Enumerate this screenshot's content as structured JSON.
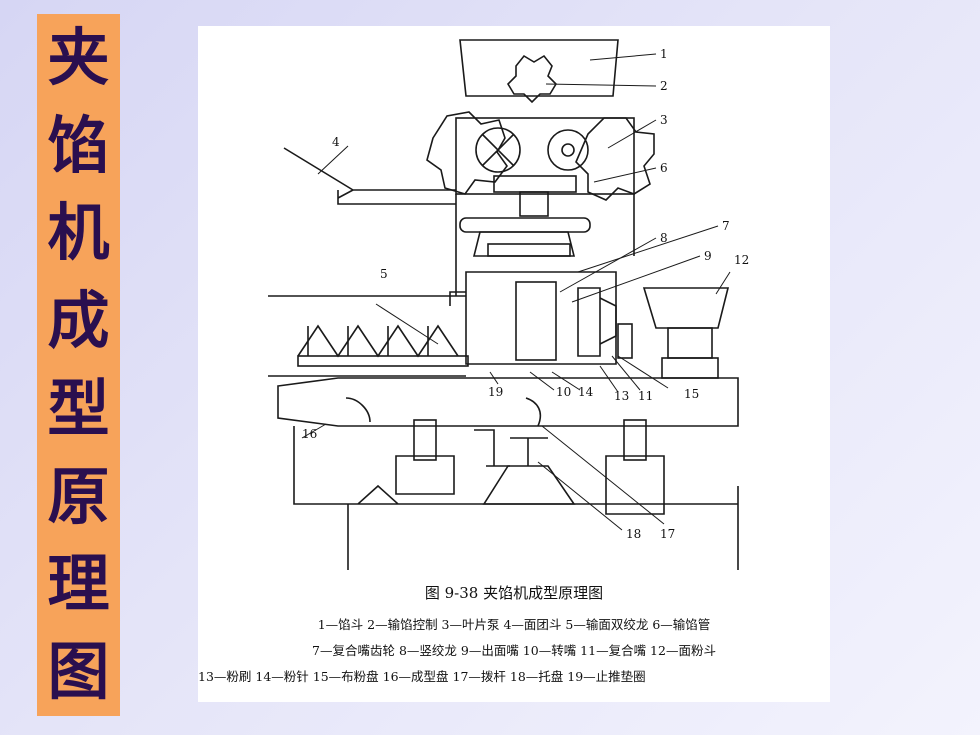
{
  "slide": {
    "title_chars": [
      "夹",
      "馅",
      "机",
      "成",
      "型",
      "原",
      "理",
      "图"
    ]
  },
  "figure": {
    "caption": "图 9-38   夹馅机成型原理图",
    "callouts": [
      "1",
      "2",
      "3",
      "4",
      "5",
      "6",
      "7",
      "8",
      "9",
      "12",
      "19",
      "10",
      "14",
      "13",
      "11",
      "15",
      "16",
      "18",
      "17"
    ],
    "legend": [
      "1—馅斗   2—输馅控制   3—叶片泵   4—面团斗   5—输面双绞龙   6—输馅管",
      "7—复合嘴齿轮   8—竖绞龙   9—出面嘴   10—转嘴   11—复合嘴   12—面粉斗",
      "13—粉刷   14—粉针   15—布粉盘   16—成型盘   17—拨杆   18—托盘   19—止推垫圈"
    ]
  },
  "colors": {
    "title_bg": "#f7a35a",
    "title_text": "#2a0f4f",
    "line": "#1a1a1a"
  }
}
